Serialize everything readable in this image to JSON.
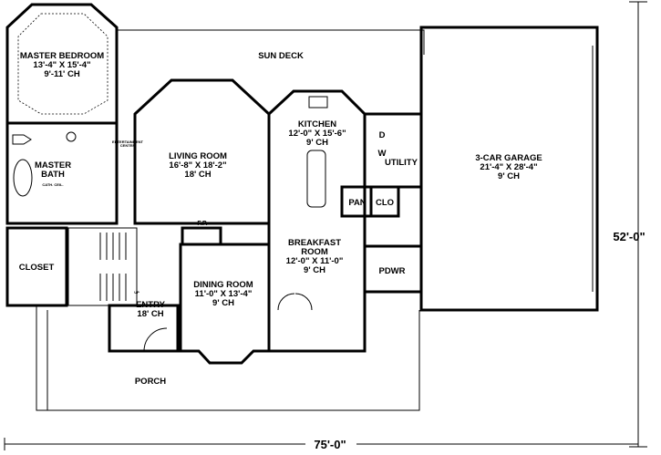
{
  "rooms": {
    "master_bedroom": {
      "name": "MASTER BEDROOM",
      "size": "13'-4\" X 15'-4\"",
      "ceiling": "9'-11' CH"
    },
    "sun_deck": {
      "name": "SUN DECK"
    },
    "living_room": {
      "name": "LIVING ROOM",
      "size": "16'-8\" X 18'-2\"",
      "ceiling": "18' CH"
    },
    "kitchen": {
      "name": "KITCHEN",
      "size": "12'-0\" X 15'-6\"",
      "ceiling": "9' CH"
    },
    "garage": {
      "name": "3-CAR GARAGE",
      "size": "21'-4\" X 28'-4\"",
      "ceiling": "9' CH"
    },
    "master_bath": {
      "name1": "MASTER",
      "name2": "BATH",
      "note": "CATH. CEIL."
    },
    "entertainment": {
      "line1": "ENTERTAINMENT",
      "line2": "CENTER"
    },
    "utility": {
      "name": "UTILITY",
      "dryer": "D",
      "washer": "W"
    },
    "pantry": {
      "name": "PAN"
    },
    "closet_small": {
      "name": "CLO"
    },
    "fireplace": {
      "name": "F.P."
    },
    "breakfast": {
      "name1": "BREAKFAST",
      "name2": "ROOM",
      "size": "12'-0\" X 11'-0\"",
      "ceiling": "9' CH"
    },
    "closet": {
      "name": "CLOSET"
    },
    "dining_room": {
      "name": "DINING ROOM",
      "size": "11'-0\" X 13'-4\"",
      "ceiling": "9' CH"
    },
    "entry": {
      "name": "ENTRY",
      "ceiling": "18' CH",
      "stairs": "UP"
    },
    "powder": {
      "name": "PDWR"
    },
    "porch": {
      "name": "PORCH"
    }
  },
  "dimensions": {
    "depth": "52'-0\"",
    "width": "75'-0\""
  }
}
